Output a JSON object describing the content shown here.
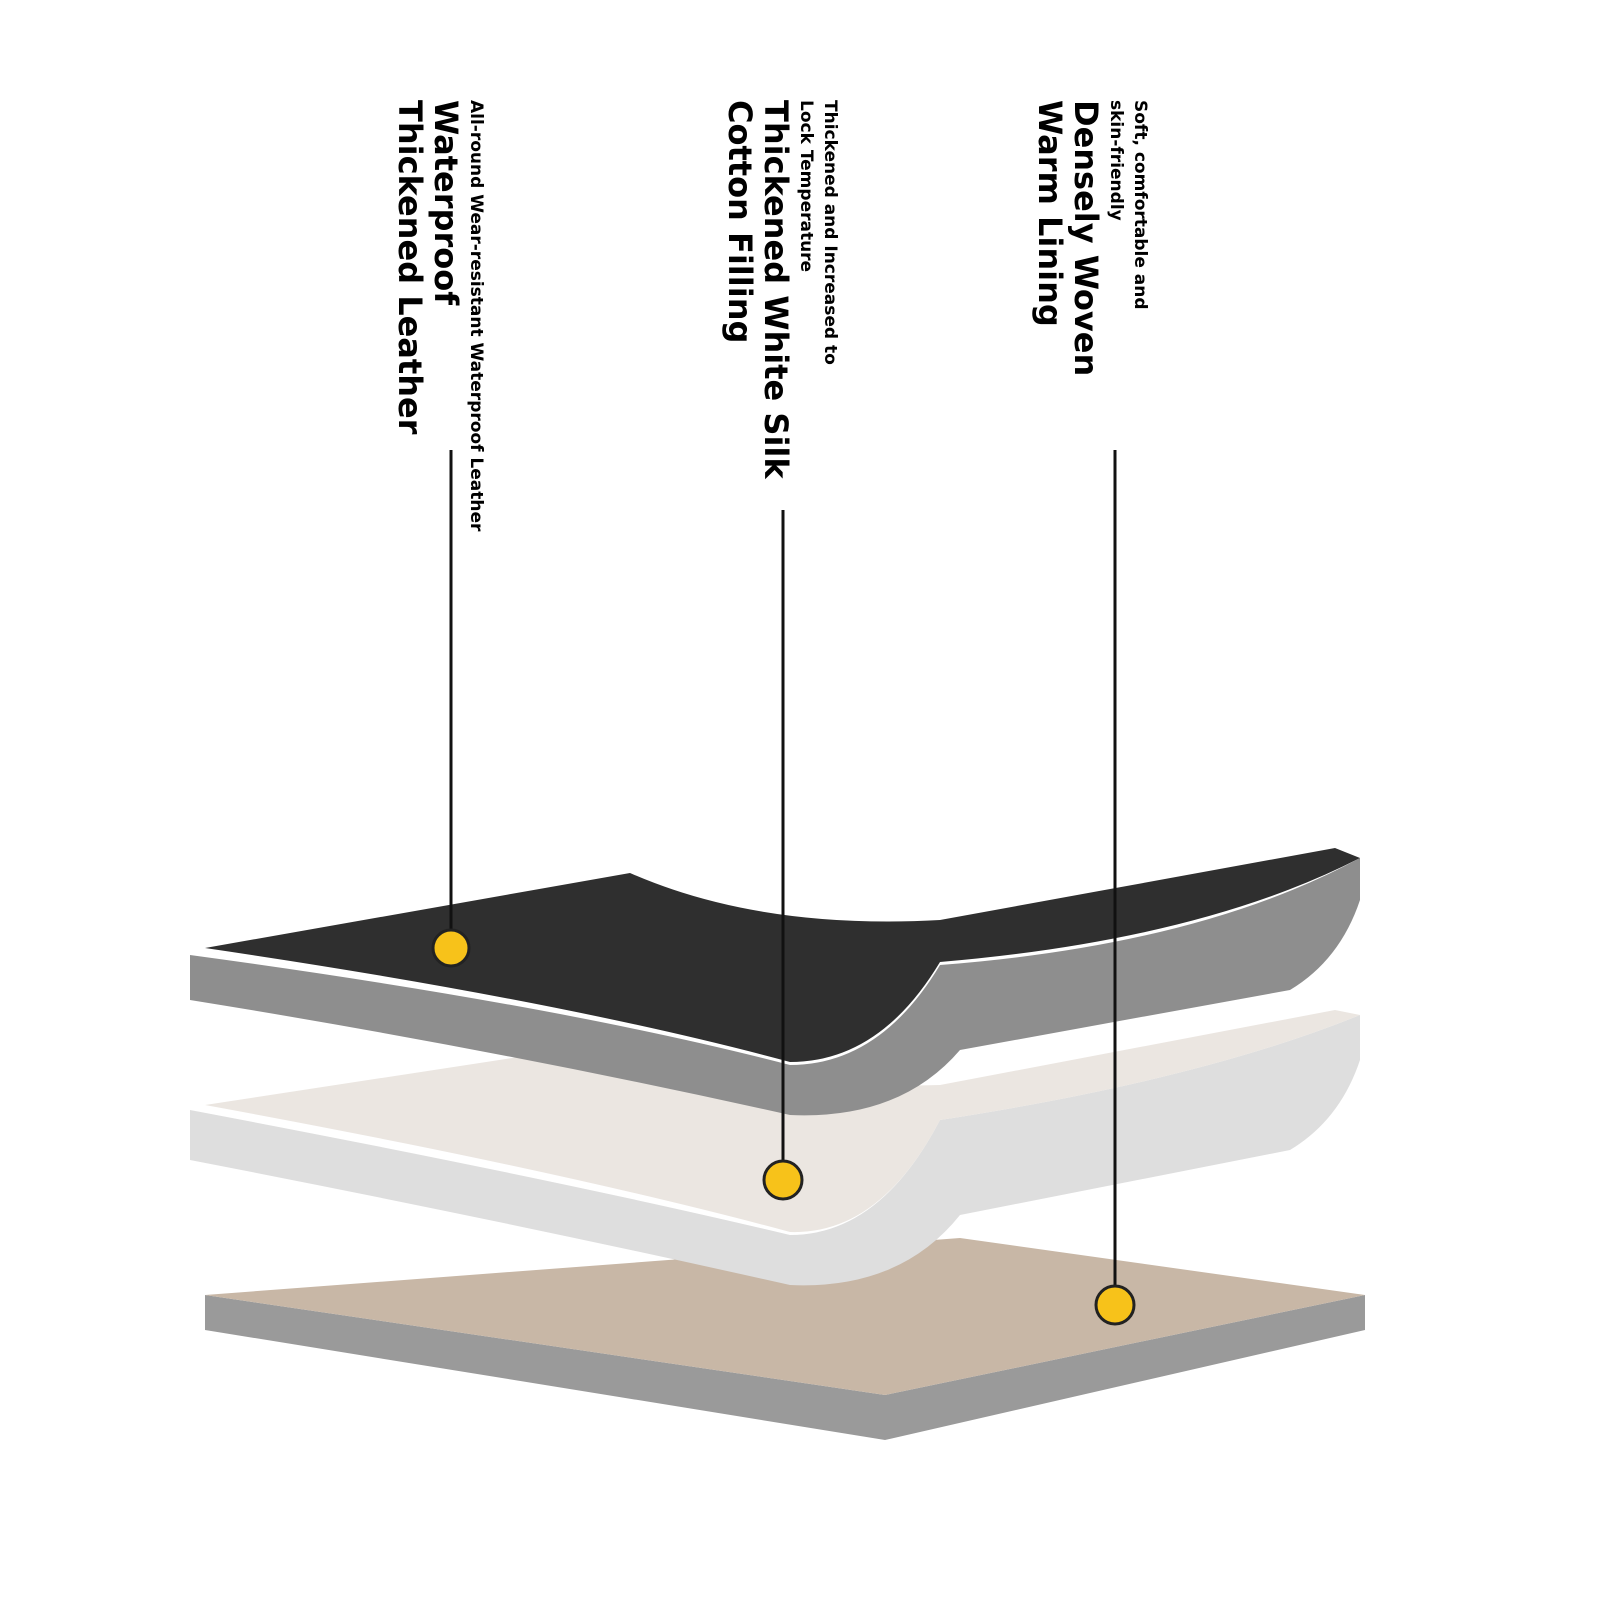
{
  "layers": [
    {
      "subtitle": "All-round Wear-resistant Waterproof Leather",
      "title_line1": "Waterproof",
      "title_line2": "Thickened Leather"
    },
    {
      "subtitle_line1": "Thickened and Increased to",
      "subtitle_line2": "Lock Temperature",
      "title_line1": "Thickened White Silk",
      "title_line2": "Cotton Filling"
    },
    {
      "subtitle_line1": "Soft, comfortable and",
      "subtitle_line2": "skin-friendly",
      "title_line1": "Densely Woven",
      "title_line2": "Warm Lining"
    }
  ],
  "colors": {
    "marker": "#f7c21a",
    "leather": "#2f2f2f",
    "cotton": "#ebe6e1",
    "lining": "#c8b7a6",
    "edge": "#8e8e8e"
  }
}
